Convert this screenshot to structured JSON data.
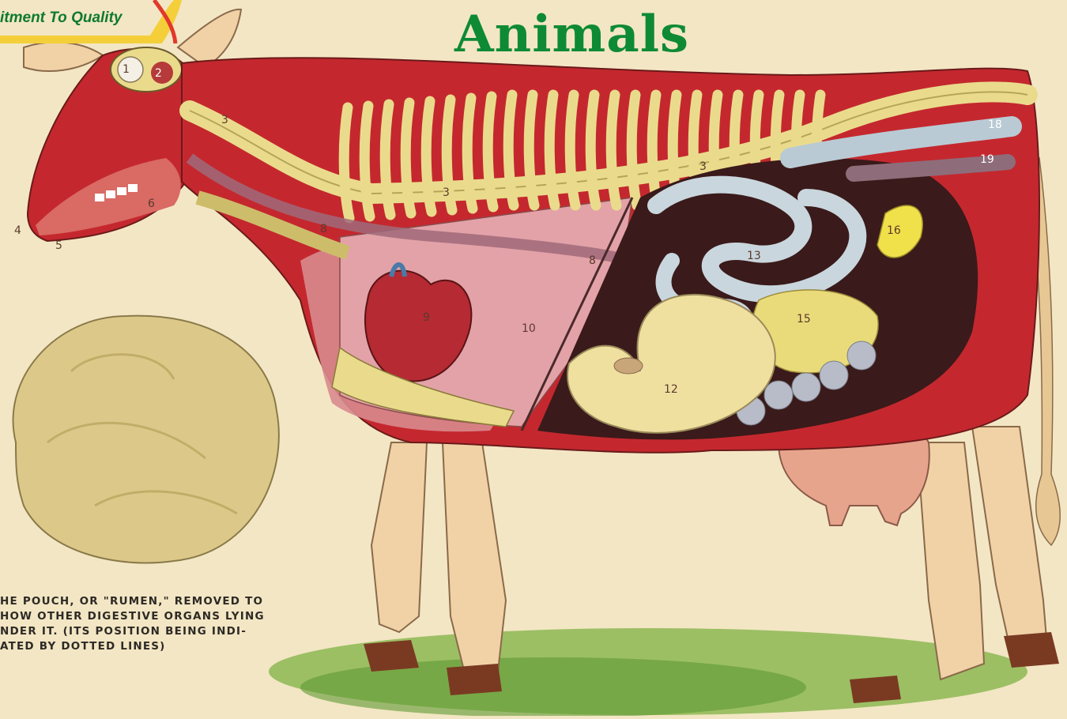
{
  "header": {
    "title": "Animals",
    "logo_text": "itment To Quality"
  },
  "caption": {
    "text": "HE POUCH, OR \"RUMEN,\" REMOVED TO\nHOW OTHER DIGESTIVE ORGANS LYING\nNDER IT.  (ITS POSITION BEING INDI-\nATED BY DOTTED LINES)"
  },
  "diagram_labels": [
    "1",
    "2",
    "3",
    "3",
    "3",
    "4",
    "5",
    "6",
    "8",
    "8",
    "9",
    "10",
    "12",
    "13",
    "15",
    "16",
    "18",
    "19"
  ],
  "colors": {
    "title_green": "#0e8a34",
    "muscle_red": "#c4282e",
    "bone_cream": "#eadb8c",
    "intestine_blue": "#c9d6dd",
    "stomach_yellow": "#f0e0a0",
    "hide_cream": "#f0d2a6",
    "grass_green": "#6aa43a",
    "rumen_tan": "#dcc98a"
  }
}
